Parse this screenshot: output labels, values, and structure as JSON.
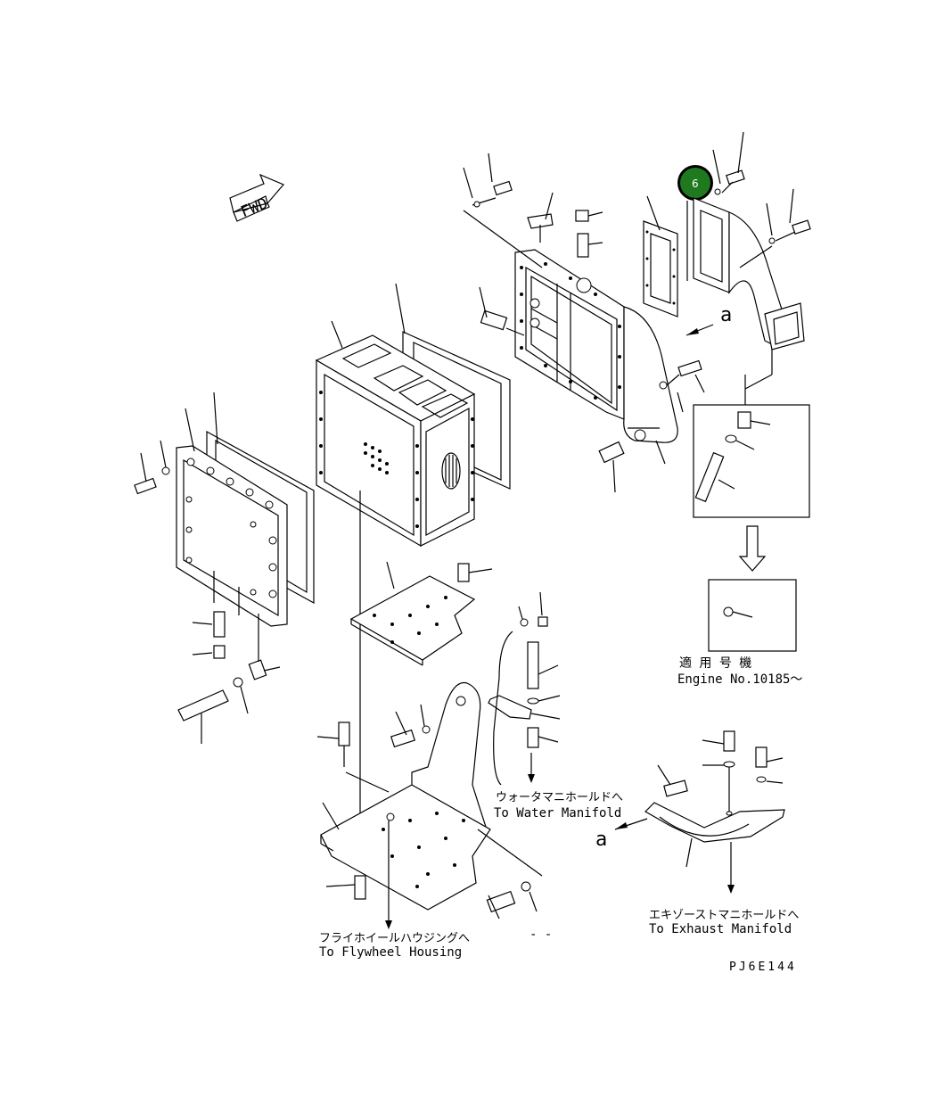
{
  "fwd_label": "FWD",
  "callout": {
    "number": "6",
    "color": "#1f7a1f"
  },
  "section_marker": "a",
  "applicable": {
    "jp": "適 用 号 機",
    "en": "Engine No.10185～"
  },
  "water_manifold": {
    "jp": "ウォータマニホールドへ",
    "en": "To Water Manifold"
  },
  "exhaust_manifold": {
    "jp": "エキゾーストマニホールドへ",
    "en": "To Exhaust Manifold"
  },
  "flywheel_housing": {
    "jp": "フライホイールハウジングへ",
    "en": "To Flywheel Housing"
  },
  "drawing_code": "PJ6E144",
  "misc_marks": {
    "dash_pair": "- -"
  }
}
